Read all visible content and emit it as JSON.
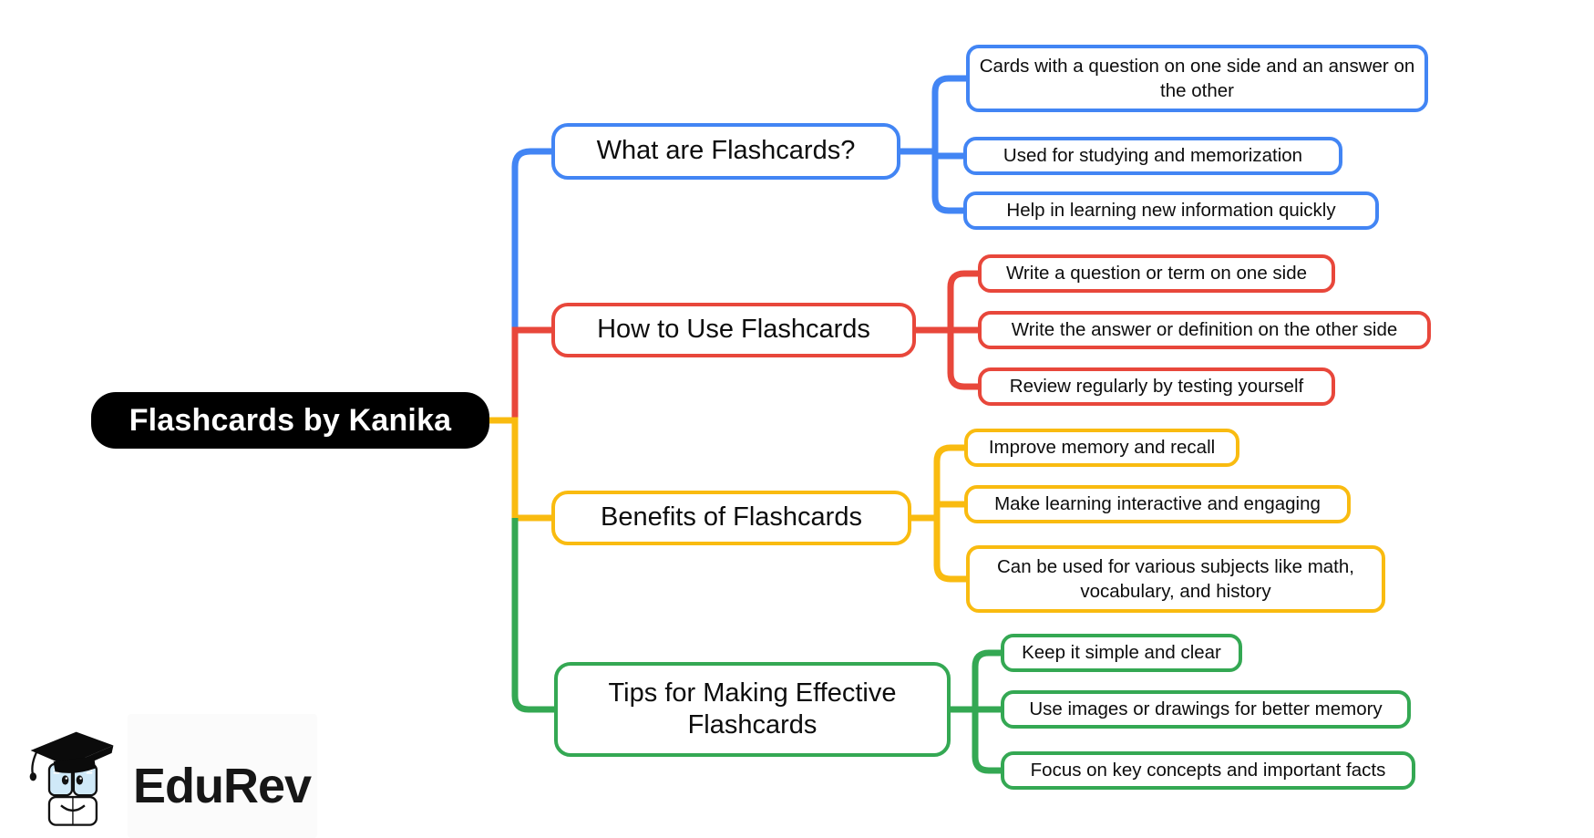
{
  "diagram_type": "mind-map",
  "root": {
    "label": "Flashcards by Kanika",
    "bg_color": "#000000",
    "text_color": "#ffffff"
  },
  "branches": [
    {
      "label": "What are Flashcards?",
      "color": "#4285F4",
      "children": [
        "Cards with a question on one side and an answer on the other",
        "Used for studying and memorization",
        "Help in learning new information quickly"
      ]
    },
    {
      "label": "How to Use Flashcards",
      "color": "#E8473B",
      "children": [
        "Write a question or term on one side",
        "Write the answer or definition on the other side",
        "Review regularly by testing yourself"
      ]
    },
    {
      "label": "Benefits of Flashcards",
      "color": "#F9BB10",
      "children": [
        "Improve memory and recall",
        "Make learning interactive and engaging",
        "Can be used for various subjects like math, vocabulary, and history"
      ]
    },
    {
      "label": "Tips for Making Effective Flashcards",
      "color": "#34A853",
      "children": [
        "Keep it simple and clear",
        "Use images or drawings for better memory",
        "Focus on key concepts and important facts"
      ]
    }
  ],
  "logo": {
    "text": "EduRev"
  }
}
